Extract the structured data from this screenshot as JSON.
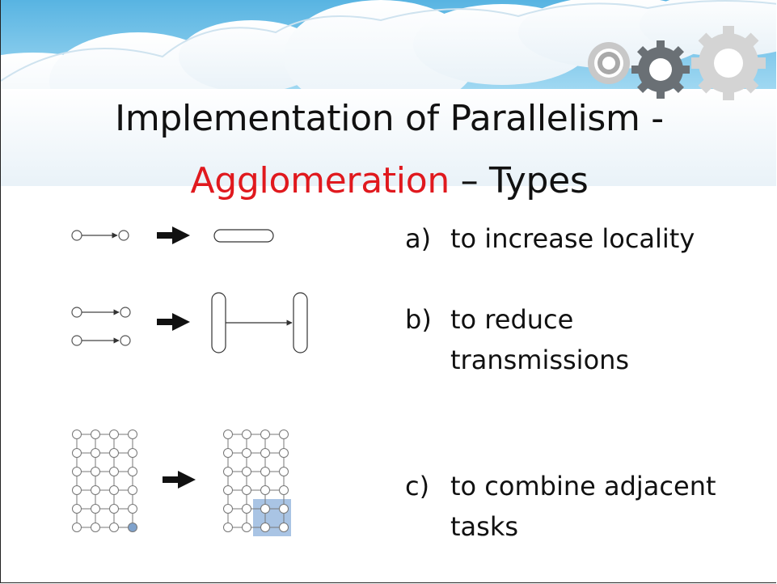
{
  "title": {
    "line1": "Implementation of Parallelism -",
    "accent": "Agglomeration",
    "rest": " – Types"
  },
  "items": [
    {
      "letter": "a)",
      "line1": "to increase locality",
      "line2": ""
    },
    {
      "letter": "b)",
      "line1": "to reduce",
      "line2": "transmissions"
    },
    {
      "letter": "c)",
      "line1": "to combine adjacent",
      "line2": "tasks"
    }
  ],
  "colors": {
    "accent": "#e0191e",
    "sky": "#6fc3e8",
    "highlight": "#a9c4e4",
    "highlight_node": "#7fa2cc"
  },
  "icons": [
    "cloud-banner",
    "gears-icon",
    "arrow-right-icon"
  ]
}
